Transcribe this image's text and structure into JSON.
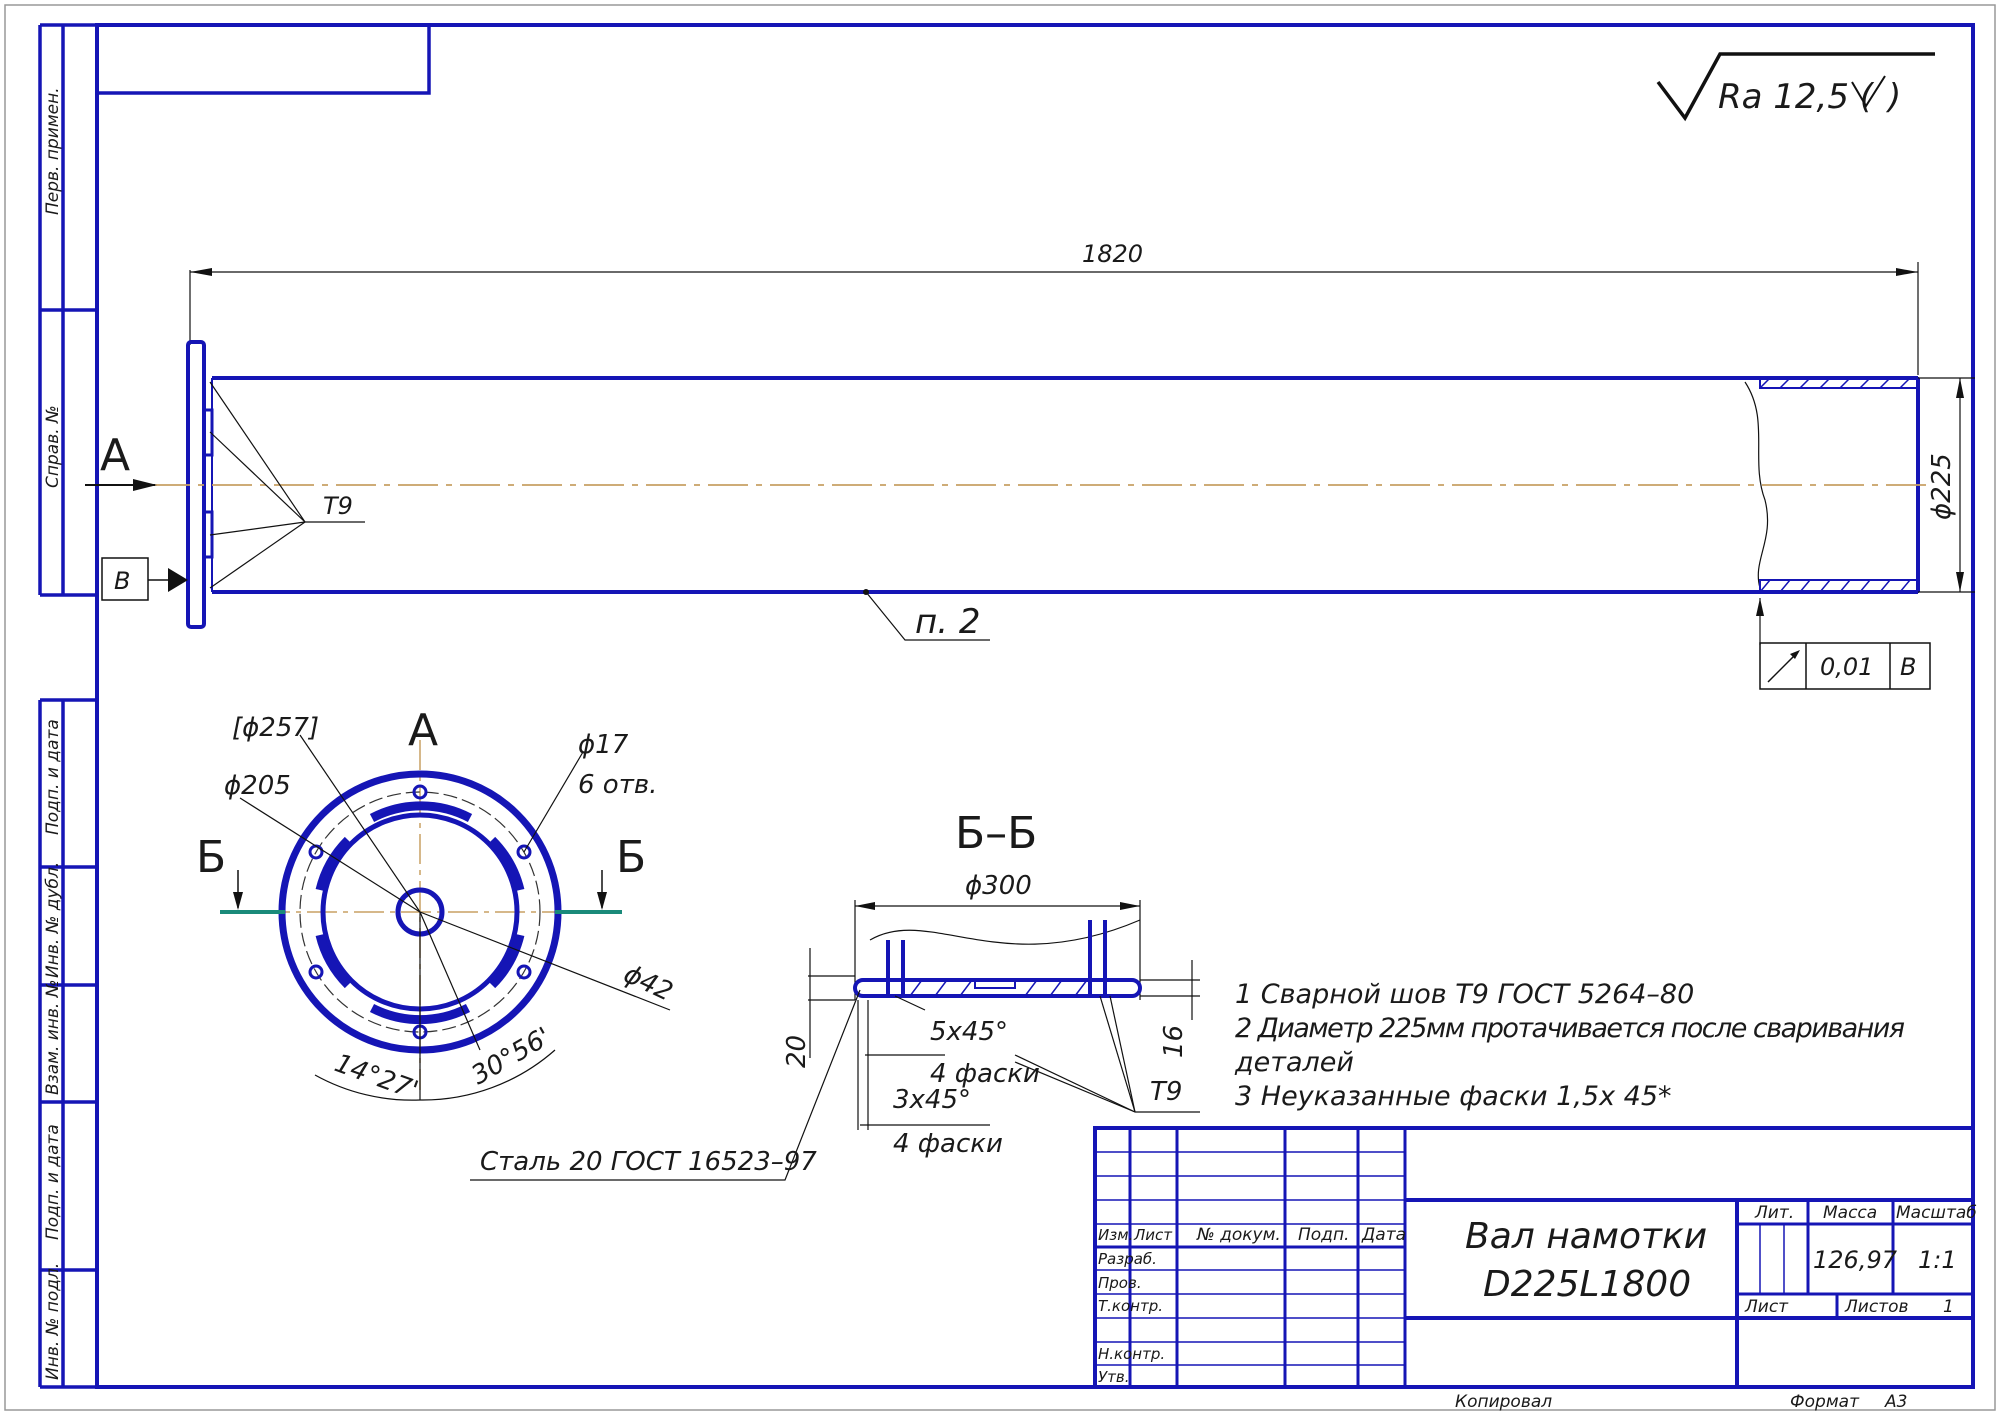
{
  "side_labels": [
    "Перв. примен.",
    "Справ. №",
    "Подп. и дата",
    "Инв. № дубл.",
    "Взам. инв. №",
    "Подп. и дата",
    "Инв. № подл."
  ],
  "roughness": "Ra 12,5 (",
  "dims": {
    "length": "1820",
    "diameter": "ϕ225",
    "weld": "T9",
    "note_ref": "п. 2",
    "datum": "B",
    "tolerance": "0,01",
    "tolerance_datum": "B",
    "view_a": "A",
    "view_a_arrow": "A",
    "section_left": "Б",
    "section_right": "Б",
    "d257": "[ϕ257]",
    "d205": "ϕ205",
    "d17": "ϕ17",
    "holes": "6 отв.",
    "d42": "ϕ42",
    "ang1": "14°27'",
    "ang2": "30°56'",
    "section_title": "Б–Б",
    "d300": "ϕ300",
    "h20": "20",
    "h16": "16",
    "chamfer1": "5x45°",
    "chamfer1_count": "4 фаски",
    "chamfer2": "3x45°",
    "chamfer2_count": "4 фаски",
    "weld2": "T9",
    "material": "Сталь 20 ГОСТ 16523–97"
  },
  "notes": [
    "1 Сварной шов Т9 ГОСТ 5264–80",
    "2 Диаметр  225мм  протачивается  после  сваривания",
    "деталей",
    "3 Неуказанные фаски 1,5х 45*"
  ],
  "title_block": {
    "title_line1": "Вал намотки",
    "title_line2": "D225L1800",
    "col_izm": "Изм.",
    "col_list": "Лист",
    "col_doc": "№ докум.",
    "col_sign": "Подп.",
    "col_date": "Дата",
    "razrab": "Разраб.",
    "prov": "Пров.",
    "tkontr": "Т.контр.",
    "nkontr": "Н.контр.",
    "utv": "Утв.",
    "lit": "Лит.",
    "mass": "Масса",
    "scale": "Масштаб",
    "mass_value": "126,97",
    "scale_value": "1:1",
    "sheet": "Лист",
    "sheets": "Листов",
    "sheets_value": "1"
  },
  "footer": {
    "copied": "Копировал",
    "format": "Формат",
    "format_value": "А3"
  },
  "colors": {
    "frame": "#1515b5",
    "center": "#c8a064",
    "section": "#1a8a7a"
  }
}
